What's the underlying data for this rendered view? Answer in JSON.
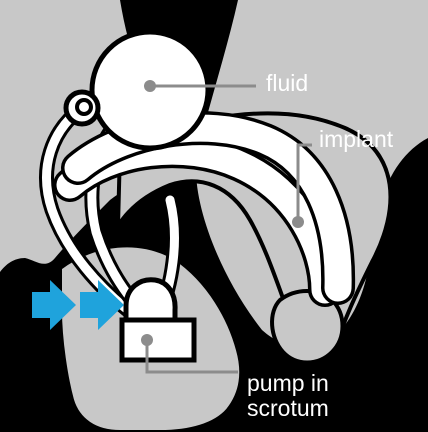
{
  "labels": {
    "fluid": "fluid",
    "implant": "implant",
    "pump_line1": "pump in",
    "pump_line2": "scrotum"
  },
  "colors": {
    "background": "#000000",
    "body": "#c8c8c8",
    "outline": "#000000",
    "device_fill": "#ffffff",
    "leader_line": "#8c8c8c",
    "arrow": "#1fa3dc",
    "label_text": "#ffffff"
  },
  "icons": [
    "right-arrow-icon",
    "right-arrow-icon"
  ]
}
